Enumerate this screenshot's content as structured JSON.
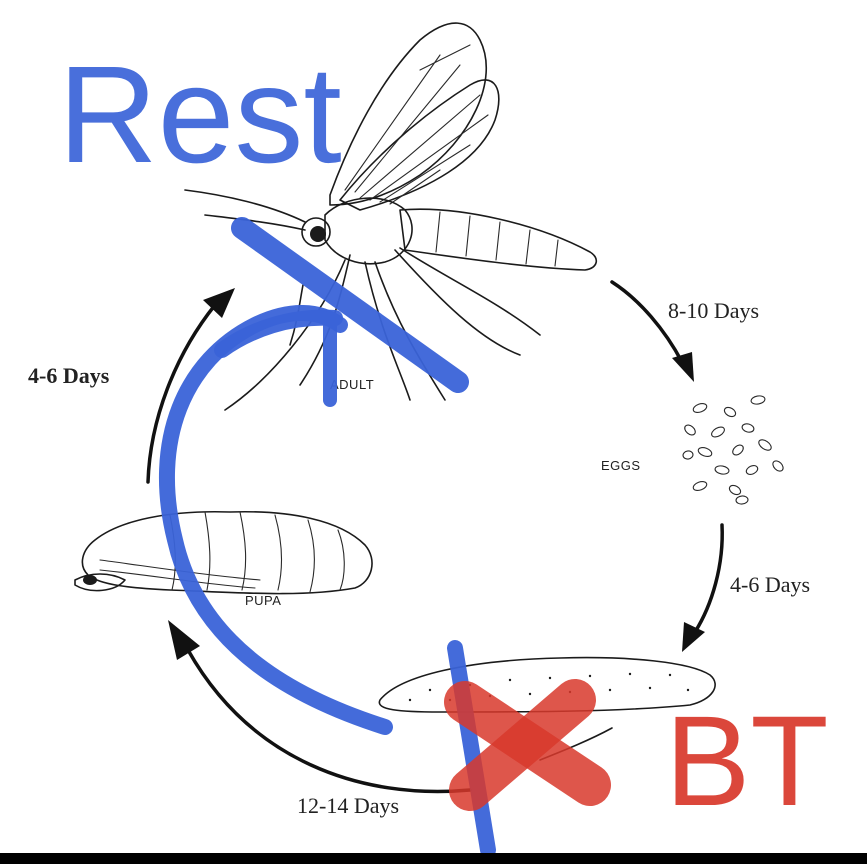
{
  "diagram": {
    "stages": {
      "adult": "ADULT",
      "eggs": "EGGS",
      "pupa": "PUPA"
    },
    "durations": {
      "adult_to_eggs": "8-10 Days",
      "eggs_to_larva": "4-6 Days",
      "larva_to_pupa": "12-14 Days",
      "pupa_to_adult": "4-6 Days"
    }
  },
  "handwriting": {
    "top_left": "Rest",
    "bottom_right": "BT"
  },
  "colors": {
    "marker_blue": "#3a63d8",
    "marker_red": "#d8382b",
    "ink": "#1b1b1b"
  }
}
